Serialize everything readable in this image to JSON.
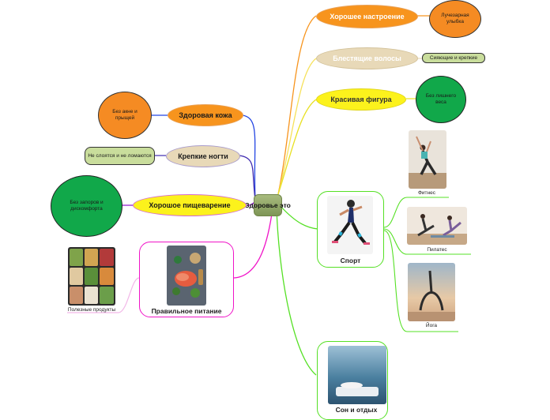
{
  "center": {
    "label": "Здоровье это"
  },
  "right": {
    "mood": {
      "label": "Хорошее настроение",
      "detail": "Лучезарная улыбка"
    },
    "hair": {
      "label": "Блестящие волосы",
      "detail": "Сияющие и крепкие"
    },
    "figure": {
      "label": "Красивая фигура",
      "detail": "Без лишнего веса"
    },
    "sport": {
      "label": "Спорт",
      "items": [
        "Фитнес",
        "Пилатес",
        "Йога"
      ]
    },
    "sleep": {
      "label": "Сон и отдых"
    }
  },
  "left": {
    "skin": {
      "label": "Здоровая кожа",
      "detail": "Без акне и прыщей"
    },
    "nails": {
      "label": "Крепкие ногти",
      "detail": "Не слоятся и не ломаются"
    },
    "digestion": {
      "label": "Хорошое пищеварение",
      "detail": "Без запоров и дискомфорта"
    },
    "nutrition": {
      "label": "Правильное питание",
      "detail": "Полезные продукты"
    }
  },
  "colors": {
    "orange": "#f7941d",
    "orange_dark": "#f07e16",
    "yellow": "#fcf21c",
    "beige": "#e8d9b8",
    "green": "#11a84a",
    "sage": "#c9dd9c",
    "blue": "#2446e3",
    "indigo": "#3f2bb0",
    "violet": "#8b0fcc",
    "magenta": "#f014c8",
    "lime": "#55e024",
    "center": "#8fa866"
  }
}
